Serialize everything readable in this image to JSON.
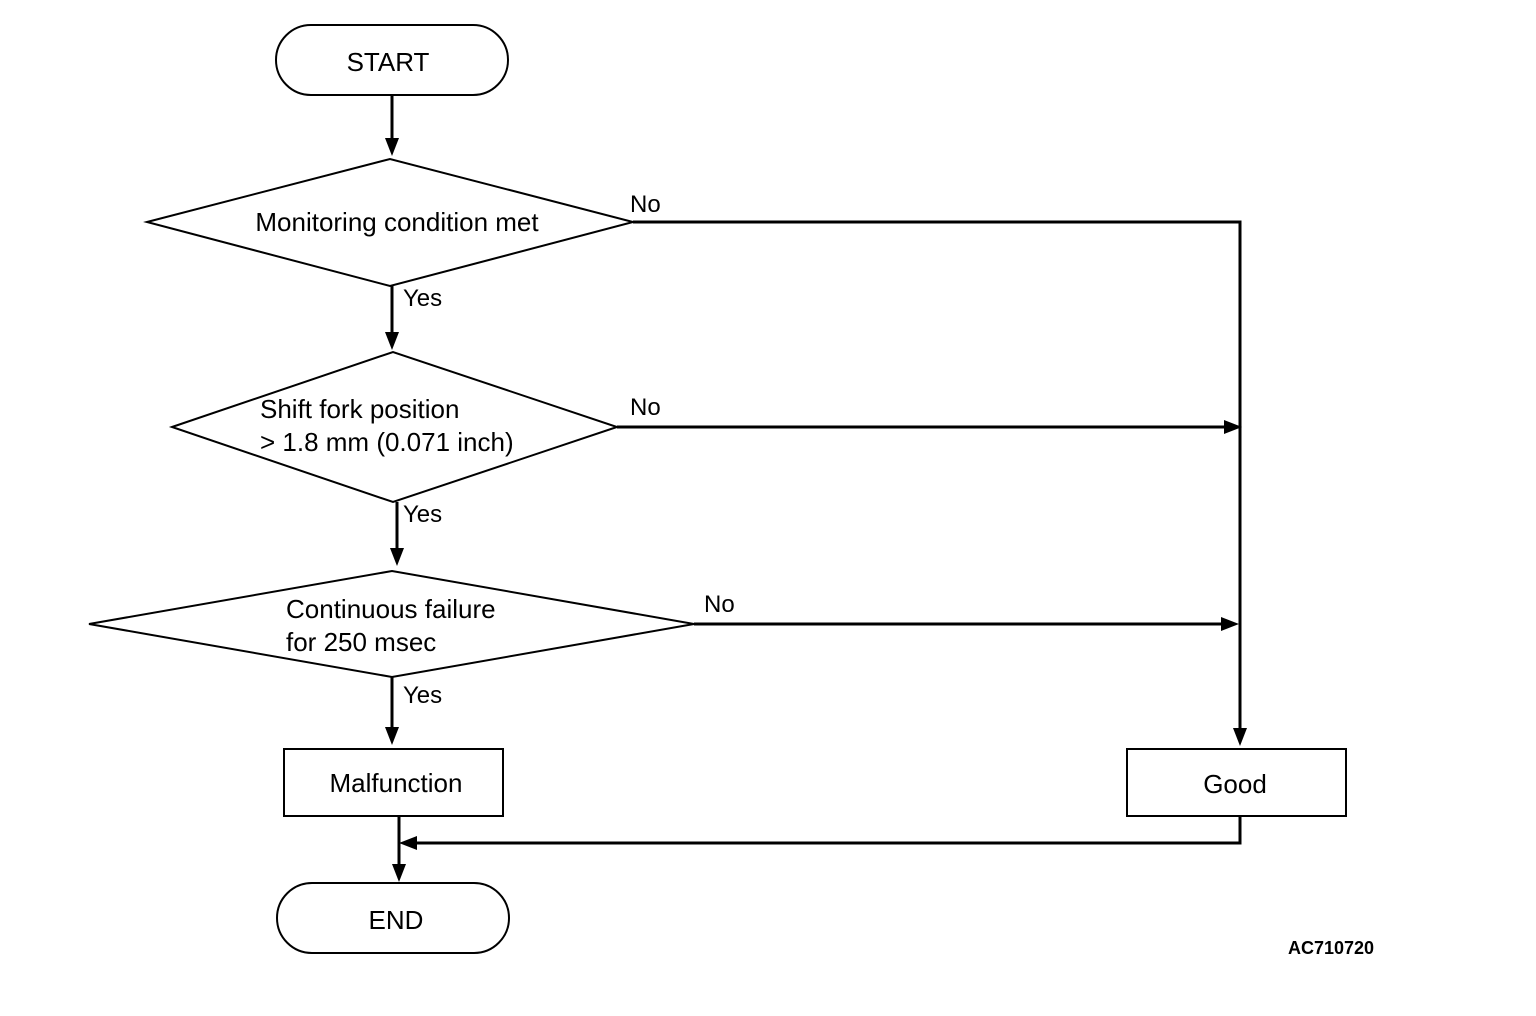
{
  "nodes": {
    "start": "START",
    "decision_1": "Monitoring condition met",
    "decision_2_line1": "Shift fork position",
    "decision_2_line2": "> 1.8 mm (0.071 inch)",
    "decision_3_line1": "Continuous failure",
    "decision_3_line2": "for 250 msec",
    "malfunction": "Malfunction",
    "good": "Good",
    "end": "END"
  },
  "edge_labels": {
    "d1_no": "No",
    "d1_yes": "Yes",
    "d2_no": "No",
    "d2_yes": "Yes",
    "d3_no": "No",
    "d3_yes": "Yes"
  },
  "figure_code": "AC710720"
}
